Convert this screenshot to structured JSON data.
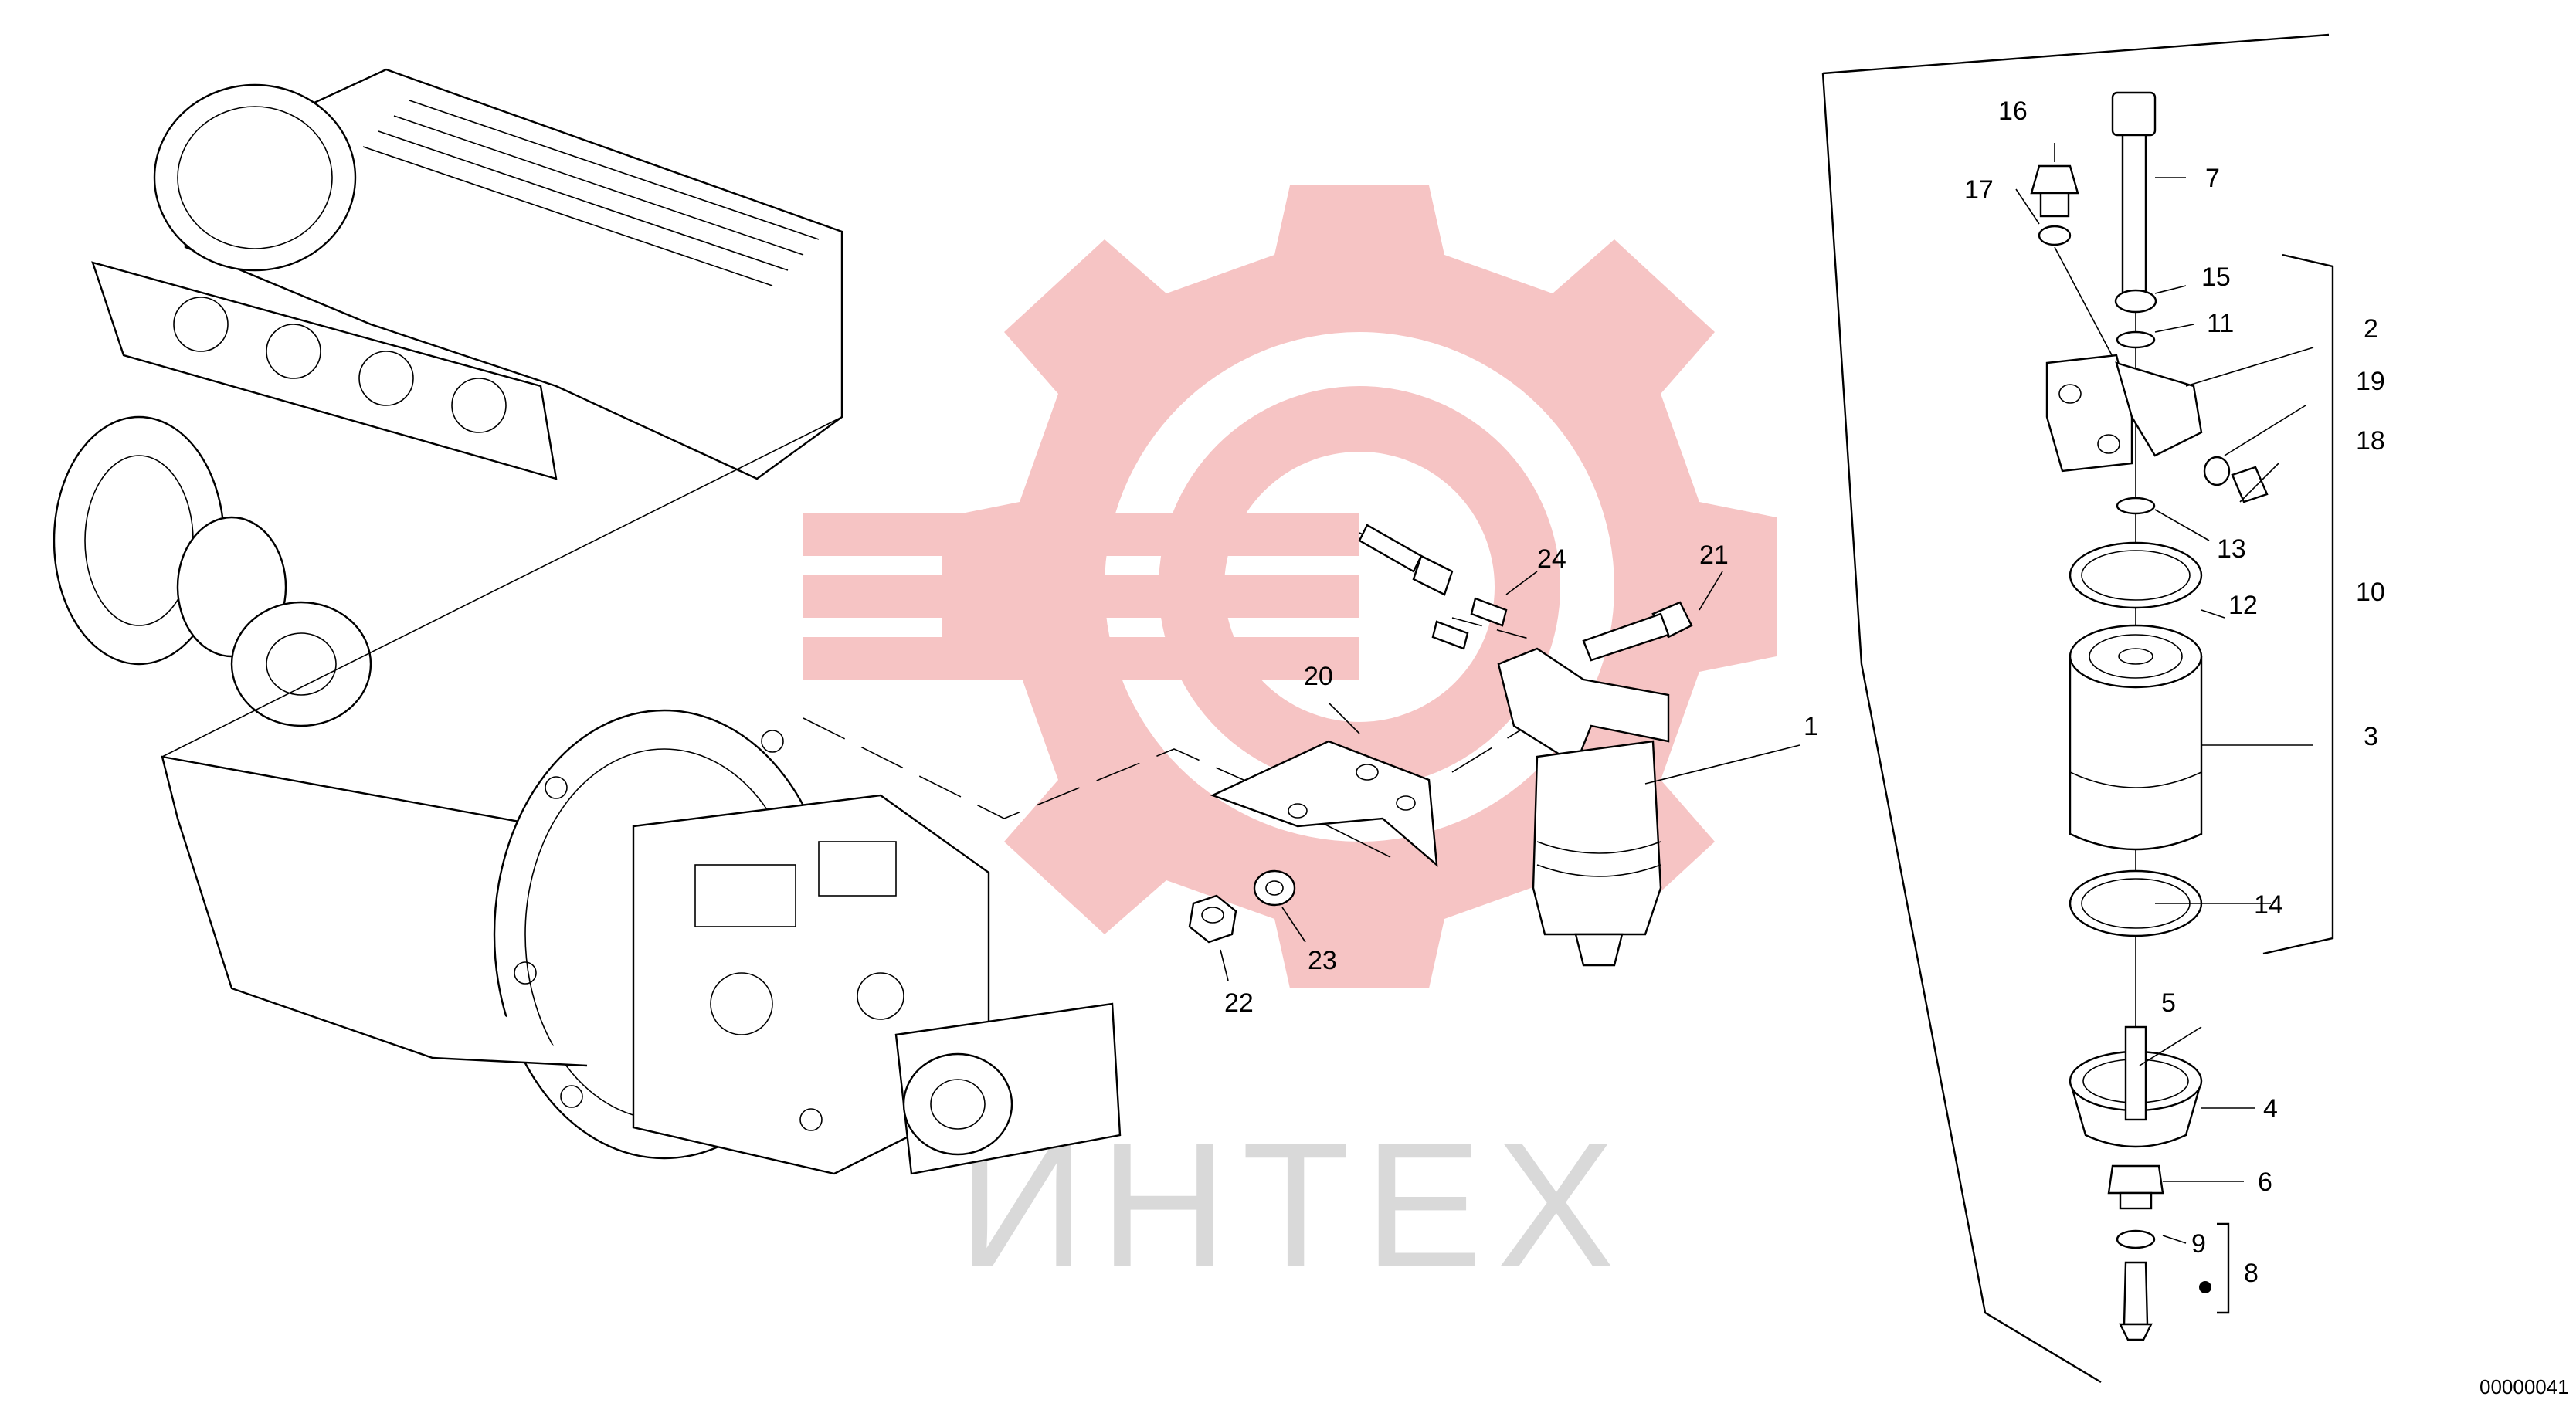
{
  "diagram": {
    "type": "exploded-parts-diagram",
    "watermark": {
      "text": "ИНТЕХ",
      "logo": "gear-logo",
      "color": "#f2b6b6"
    },
    "reference_number": "00000041",
    "callouts": [
      {
        "id": "c1",
        "label": "1"
      },
      {
        "id": "c2",
        "label": "2"
      },
      {
        "id": "c3",
        "label": "3"
      },
      {
        "id": "c4",
        "label": "4"
      },
      {
        "id": "c5",
        "label": "5"
      },
      {
        "id": "c6",
        "label": "6"
      },
      {
        "id": "c7",
        "label": "7"
      },
      {
        "id": "c8",
        "label": "8"
      },
      {
        "id": "c9",
        "label": "9"
      },
      {
        "id": "c10",
        "label": "10"
      },
      {
        "id": "c11",
        "label": "11"
      },
      {
        "id": "c12",
        "label": "12"
      },
      {
        "id": "c13",
        "label": "13"
      },
      {
        "id": "c14",
        "label": "14"
      },
      {
        "id": "c15",
        "label": "15"
      },
      {
        "id": "c16",
        "label": "16"
      },
      {
        "id": "c17",
        "label": "17"
      },
      {
        "id": "c18",
        "label": "18"
      },
      {
        "id": "c19",
        "label": "19"
      },
      {
        "id": "c20",
        "label": "20"
      },
      {
        "id": "c21",
        "label": "21"
      },
      {
        "id": "c22",
        "label": "22"
      },
      {
        "id": "c23",
        "label": "23"
      },
      {
        "id": "c24",
        "label": "24"
      }
    ]
  }
}
